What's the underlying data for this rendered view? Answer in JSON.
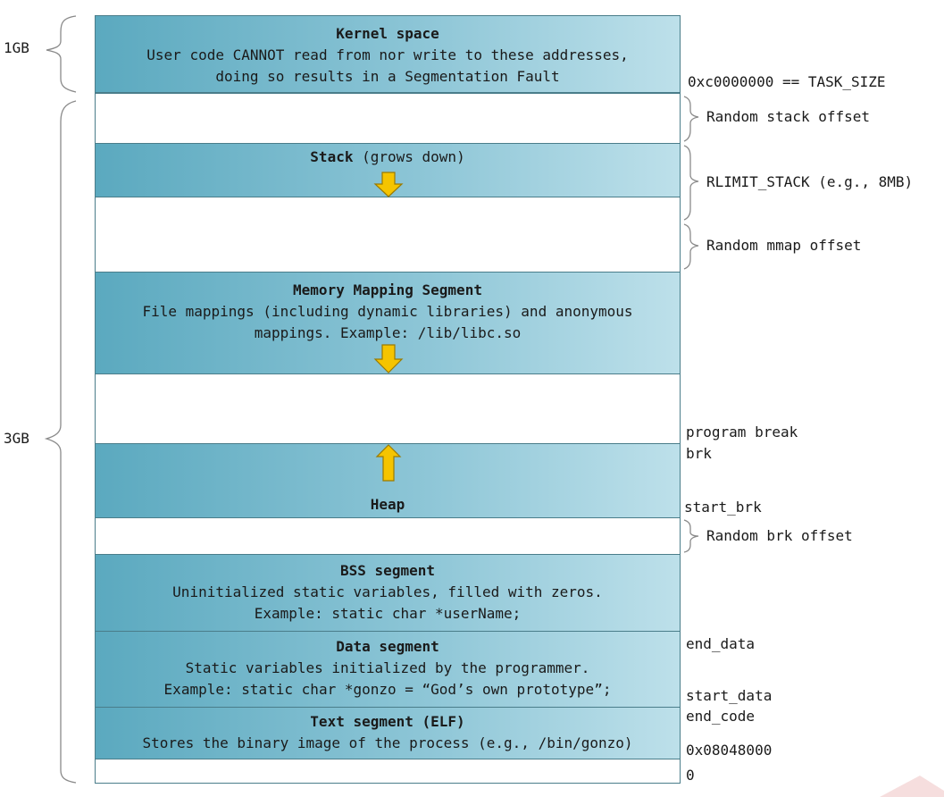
{
  "left_labels": {
    "kernel": "1GB",
    "user": "3GB"
  },
  "segments": {
    "kernel": {
      "title": "Kernel space",
      "line1": "User code CANNOT read from nor write to these addresses,",
      "line2": "doing so results in a Segmentation Fault"
    },
    "stack": {
      "title": "Stack",
      "suffix": " (grows down)"
    },
    "mmap": {
      "title": "Memory Mapping Segment",
      "line1": "File mappings (including dynamic libraries) and anonymous",
      "line2": "mappings. Example: /lib/libc.so"
    },
    "heap": {
      "title": "Heap"
    },
    "bss": {
      "title": "BSS segment",
      "line1": "Uninitialized static variables, filled with zeros.",
      "line2": "Example: static char *userName;"
    },
    "data": {
      "title": "Data segment",
      "line1": "Static variables initialized by the programmer.",
      "line2": "Example: static char *gonzo = “God’s own prototype”;"
    },
    "text": {
      "title": "Text segment (ELF)",
      "line1": "Stores the binary image of the process (e.g., /bin/gonzo)"
    }
  },
  "right_labels": {
    "task_size": "0xc0000000 == TASK_SIZE",
    "random_stack": "Random stack offset",
    "rlimit_stack": "RLIMIT_STACK (e.g., 8MB)",
    "random_mmap": "Random mmap offset",
    "program_break": "program break",
    "brk": "brk",
    "start_brk": "start_brk",
    "random_brk": "Random brk offset",
    "end_data": "end_data",
    "start_data": "start_data",
    "end_code": "end_code",
    "text_start": "0x08048000",
    "zero": "0"
  },
  "colors": {
    "segment_blue": "#8cc5d6",
    "arrow_yellow": "#f5c400",
    "border": "#4a7d8a"
  }
}
